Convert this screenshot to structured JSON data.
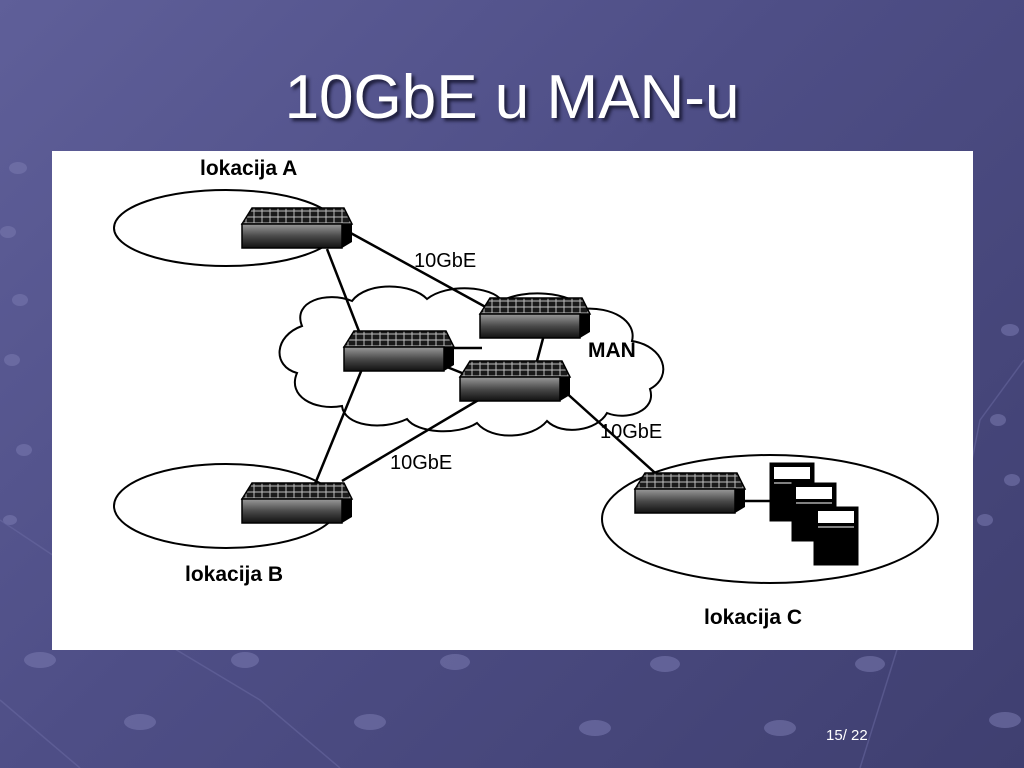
{
  "slide": {
    "title": "10GbE u MAN-u",
    "page_current": "15",
    "page_sep": "/ ",
    "page_total": "22"
  },
  "diagram": {
    "locations": {
      "a": "lokacija A",
      "b": "lokacija B",
      "c": "lokacija C"
    },
    "man_label": "MAN",
    "links": {
      "a_man": "10GbE",
      "b_man": "10GbE",
      "man_c": "10GbE"
    }
  }
}
